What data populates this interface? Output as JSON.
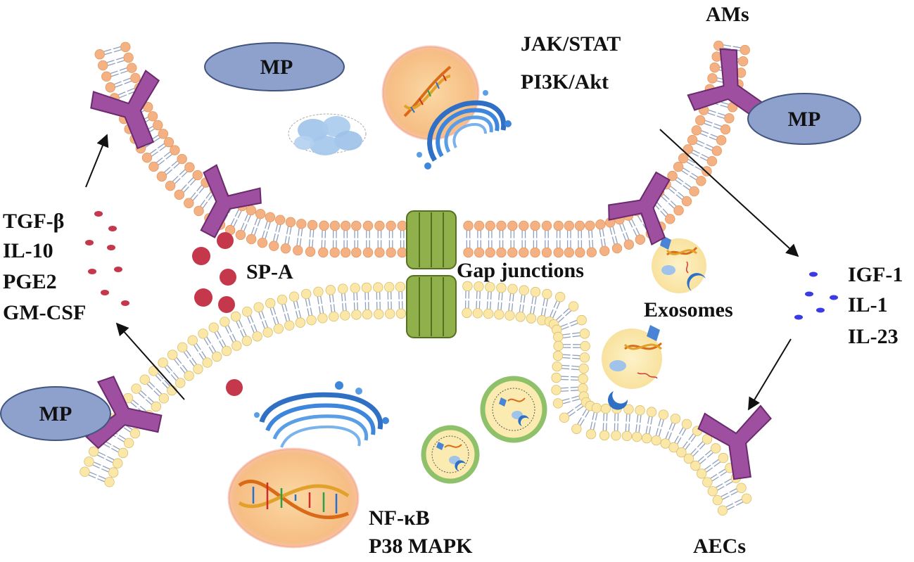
{
  "labels": {
    "ams": "AMs",
    "aecs": "AECs",
    "jak_stat": "JAK/STAT",
    "pi3k_akt": "PI3K/Akt",
    "mp": "MP",
    "sp_a": "SP-A",
    "gap_junctions": "Gap junctions",
    "exosomes": "Exosomes",
    "nf_kb": "NF-κB",
    "p38_mapk": "P38 MAPK"
  },
  "cytokines_left": [
    "TGF-β",
    "IL-10",
    "PGE2",
    "GM-CSF"
  ],
  "cytokines_right": [
    "IGF-1",
    "IL-1",
    "IL-23"
  ],
  "colors": {
    "am_lipid_head": "#f4b183",
    "am_lipid_head_stroke": "#e3975f",
    "aec_lipid_head": "#fbe7a8",
    "aec_lipid_head_stroke": "#d9bf6d",
    "lipid_tail": "#8f9fbf",
    "receptor": "#9e4fa0",
    "receptor_stroke": "#6a2a6c",
    "mp_fill": "#8ea1cd",
    "mp_stroke": "#42557f",
    "spa_dot": "#c5384b",
    "left_cytokine_dot": "#c5384b",
    "right_cytokine_dot": "#3b3be6",
    "gap_junction": "#8fb04a",
    "exosome_fill": "#fcebb0",
    "vesicle_ring": "#8fc06a",
    "nucleus": "#f7c98e",
    "golgi": "#3a7fd0"
  }
}
